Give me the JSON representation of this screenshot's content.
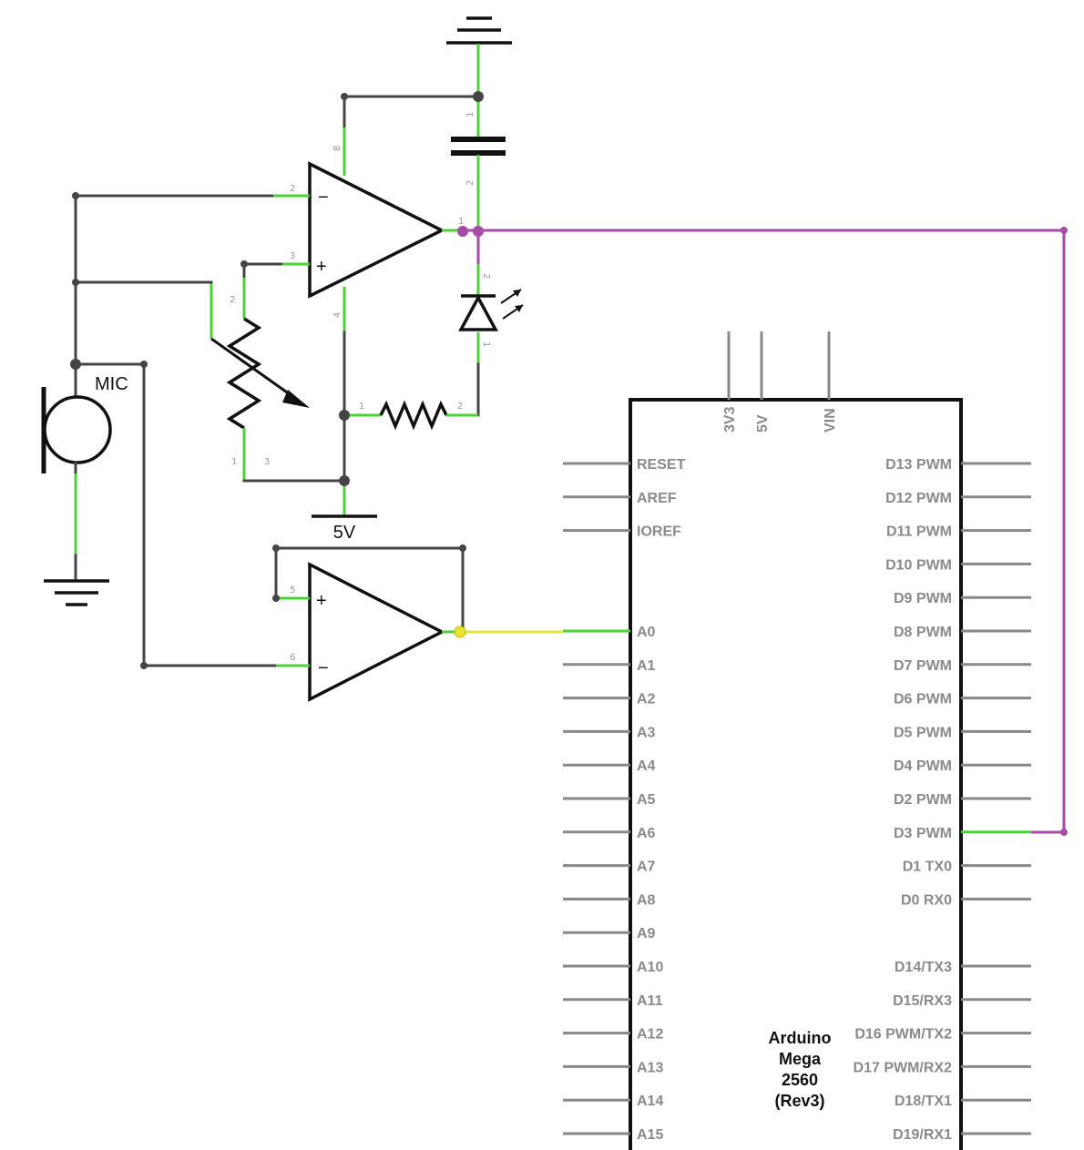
{
  "colors": {
    "wire": "#444444",
    "pin_highlight": "#4cd137",
    "d3_net": "#a64ca6",
    "a0_net": "#e6e632",
    "node": "#444444"
  },
  "labels": {
    "mic": "MIC",
    "supply": "5V"
  },
  "opamp1": {
    "pins": {
      "inv": "2",
      "noninv": "3",
      "vplus": "8",
      "vminus": "4",
      "out": "1"
    },
    "minus_sign": "−",
    "plus_sign": "+"
  },
  "opamp2": {
    "pins": {
      "noninv": "5",
      "inv": "6"
    },
    "minus_sign": "−",
    "plus_sign": "+"
  },
  "capacitor": {
    "pins": {
      "top": "1",
      "bottom": "2"
    }
  },
  "led": {
    "pins": {
      "top": "2",
      "bottom": "1"
    }
  },
  "resistor": {
    "pins": {
      "left": "1",
      "right": "2"
    }
  },
  "potentiometer": {
    "pins": {
      "wiper": "2",
      "end1": "1",
      "end3": "3"
    }
  },
  "arduino": {
    "name_lines": [
      "Arduino",
      "Mega",
      "2560",
      "(Rev3)"
    ],
    "top_pins": [
      "3V3",
      "5V",
      "VIN"
    ],
    "left_pins": [
      "RESET",
      "AREF",
      "IOREF",
      "",
      "",
      "A0",
      "A1",
      "A2",
      "A3",
      "A4",
      "A5",
      "A6",
      "A7",
      "A8",
      "A9",
      "A10",
      "A11",
      "A12",
      "A13",
      "A14",
      "A15"
    ],
    "right_pins": [
      "D13 PWM",
      "D12 PWM",
      "D11 PWM",
      "D10 PWM",
      "D9 PWM",
      "D8 PWM",
      "D7 PWM",
      "D6 PWM",
      "D5 PWM",
      "D4 PWM",
      "D2 PWM",
      "D3 PWM",
      "D1 TX0",
      "D0 RX0",
      "",
      "D14/TX3",
      "D15/RX3",
      "D16 PWM/TX2",
      "D17 PWM/RX2",
      "D18/TX1",
      "D19/RX1"
    ]
  }
}
